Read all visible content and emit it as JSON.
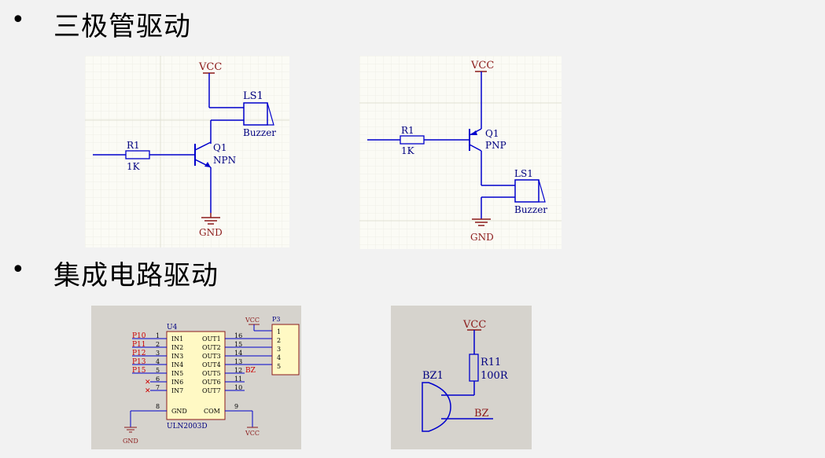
{
  "sections": [
    {
      "bullet": "•",
      "title": "三极管驱动"
    },
    {
      "bullet": "•",
      "title": "集成电路驱动"
    }
  ],
  "npn": {
    "vcc": "VCC",
    "speaker_ref": "LS1",
    "speaker_val": "Buzzer",
    "resistor_ref": "R1",
    "resistor_val": "1K",
    "transistor_ref": "Q1",
    "transistor_type": "NPN",
    "gnd": "GND"
  },
  "pnp": {
    "vcc": "VCC",
    "resistor_ref": "R1",
    "resistor_val": "1K",
    "transistor_ref": "Q1",
    "transistor_type": "PNP",
    "speaker_ref": "LS1",
    "speaker_val": "Buzzer",
    "gnd": "GND"
  },
  "uln": {
    "chip_ref": "U4",
    "chip_name": "ULN2003D",
    "connector_ref": "P3",
    "vcc_top": "VCC",
    "vcc_bottom": "VCC",
    "gnd": "GND",
    "inputs": [
      {
        "net": "P10",
        "pin": "1",
        "name": "IN1"
      },
      {
        "net": "P11",
        "pin": "2",
        "name": "IN2"
      },
      {
        "net": "P12",
        "pin": "3",
        "name": "IN3"
      },
      {
        "net": "P13",
        "pin": "4",
        "name": "IN4"
      },
      {
        "net": "P15",
        "pin": "5",
        "name": "IN5"
      },
      {
        "net": "",
        "pin": "6",
        "name": "IN6"
      },
      {
        "net": "",
        "pin": "7",
        "name": "IN7"
      }
    ],
    "outputs": [
      {
        "name": "OUT1",
        "pin": "16"
      },
      {
        "name": "OUT2",
        "pin": "15"
      },
      {
        "name": "OUT3",
        "pin": "14"
      },
      {
        "name": "OUT4",
        "pin": "13"
      },
      {
        "name": "OUT5",
        "pin": "12"
      },
      {
        "name": "OUT6",
        "pin": "11"
      },
      {
        "name": "OUT7",
        "pin": "10"
      }
    ],
    "out5_net": "BZ",
    "gnd_pin": "8",
    "gnd_name": "GND",
    "com_pin": "9",
    "com_name": "COM",
    "connector_pins": [
      "1",
      "2",
      "3",
      "4",
      "5"
    ]
  },
  "bz": {
    "vcc": "VCC",
    "resistor_ref": "R11",
    "resistor_val": "100R",
    "buzzer_ref": "BZ1",
    "net": "BZ"
  },
  "colors": {
    "wire": "#0000cc",
    "power": "#8b1a1a",
    "label": "#000080",
    "net_red": "#cc0000",
    "chip_fill": "#fff9c4"
  }
}
